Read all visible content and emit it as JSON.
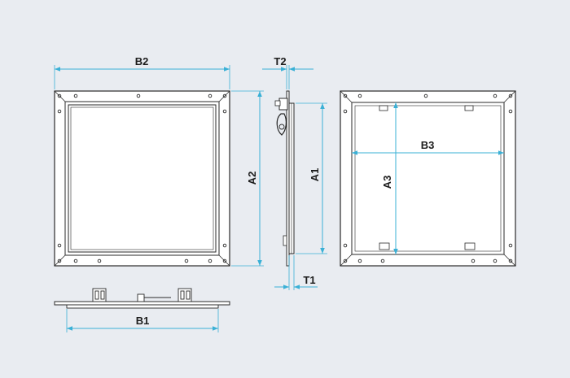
{
  "labels": {
    "b2": "B2",
    "t2": "T2",
    "a2": "A2",
    "a1": "A1",
    "t1": "T1",
    "b3": "B3",
    "a3": "A3",
    "b1": "B1"
  },
  "colors": {
    "background": "#e9ecf1",
    "dimension_line": "#3ab0d6",
    "outline": "#2a2a2a",
    "frame_fill": "#ffffff",
    "text": "#1c1c1c"
  }
}
